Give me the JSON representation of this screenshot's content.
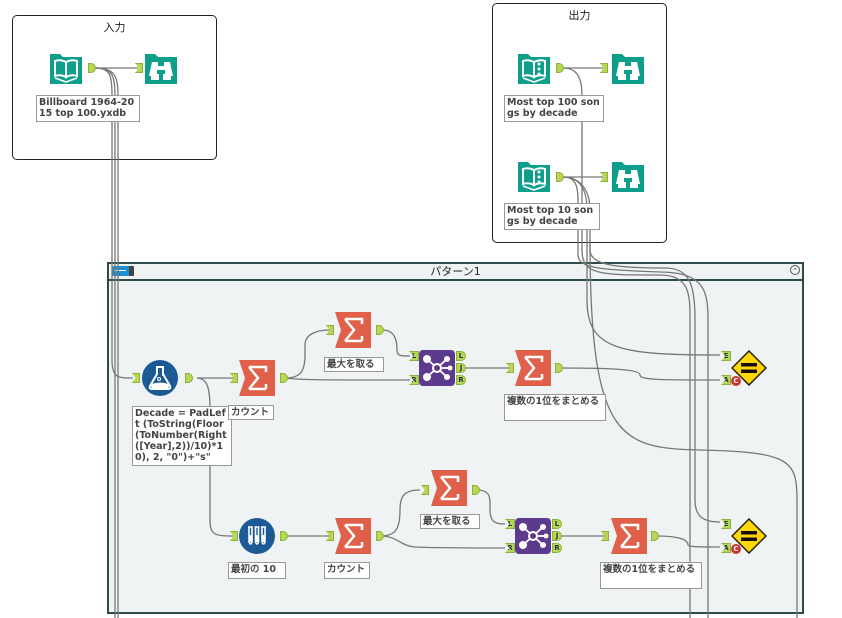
{
  "colors": {
    "input_tool": "#0e9e8c",
    "summarize_tool": "#e0604a",
    "formula_tool": "#1b5a94",
    "join_tool": "#5c3b8c",
    "test_tool": "#ffd700",
    "anchor": "#b6d654",
    "container_bg": "#eff3f4"
  },
  "groups": {
    "input": {
      "title": "入力"
    },
    "output": {
      "title": "出力"
    }
  },
  "container": {
    "title": "パターン1",
    "toggle_icon": "toggle-switch",
    "collapse_icon": "collapse-up"
  },
  "tools": {
    "input_data": {
      "icon": "book-open-icon",
      "label": "Billboard 1964-2015 top 100.yxdb"
    },
    "browse_input": {
      "icon": "binoculars-icon"
    },
    "output_top100": {
      "icon": "book-output-icon",
      "label": "Most top 100 songs by decade"
    },
    "browse_top100": {
      "icon": "binoculars-icon"
    },
    "output_top10": {
      "icon": "book-output-icon",
      "label": "Most top 10 songs by decade"
    },
    "browse_top10": {
      "icon": "binoculars-icon"
    },
    "formula": {
      "icon": "flask-icon",
      "label": "Decade = PadLeft (ToString(Floor (ToNumber(Right ([Year],2))/10)*10), 2, \"0\")+\"s\""
    },
    "count1": {
      "icon": "sigma-icon",
      "label": "カウント"
    },
    "max1": {
      "icon": "sigma-icon",
      "label": "最大を取る"
    },
    "join1": {
      "icon": "join-icon",
      "anchors_in": [
        "L",
        "R"
      ],
      "anchors_out": [
        "L",
        "J",
        "R"
      ]
    },
    "summ1": {
      "icon": "sigma-icon",
      "label": "複数の1位をまとめる"
    },
    "test1": {
      "icon": "test-equal-icon",
      "anchors_in": [
        "E",
        "A"
      ],
      "badge": "C"
    },
    "filter_top10": {
      "icon": "test-tubes-icon",
      "label": "最初の 10"
    },
    "count2": {
      "icon": "sigma-icon",
      "label": "カウント"
    },
    "max2": {
      "icon": "sigma-icon",
      "label": "最大を取る"
    },
    "join2": {
      "icon": "join-icon",
      "anchors_in": [
        "L",
        "R"
      ],
      "anchors_out": [
        "L",
        "J",
        "R"
      ]
    },
    "summ2": {
      "icon": "sigma-icon",
      "label": "複数の1位をまとめる"
    },
    "test2": {
      "icon": "test-equal-icon",
      "anchors_in": [
        "E",
        "A"
      ],
      "badge": "C"
    }
  }
}
